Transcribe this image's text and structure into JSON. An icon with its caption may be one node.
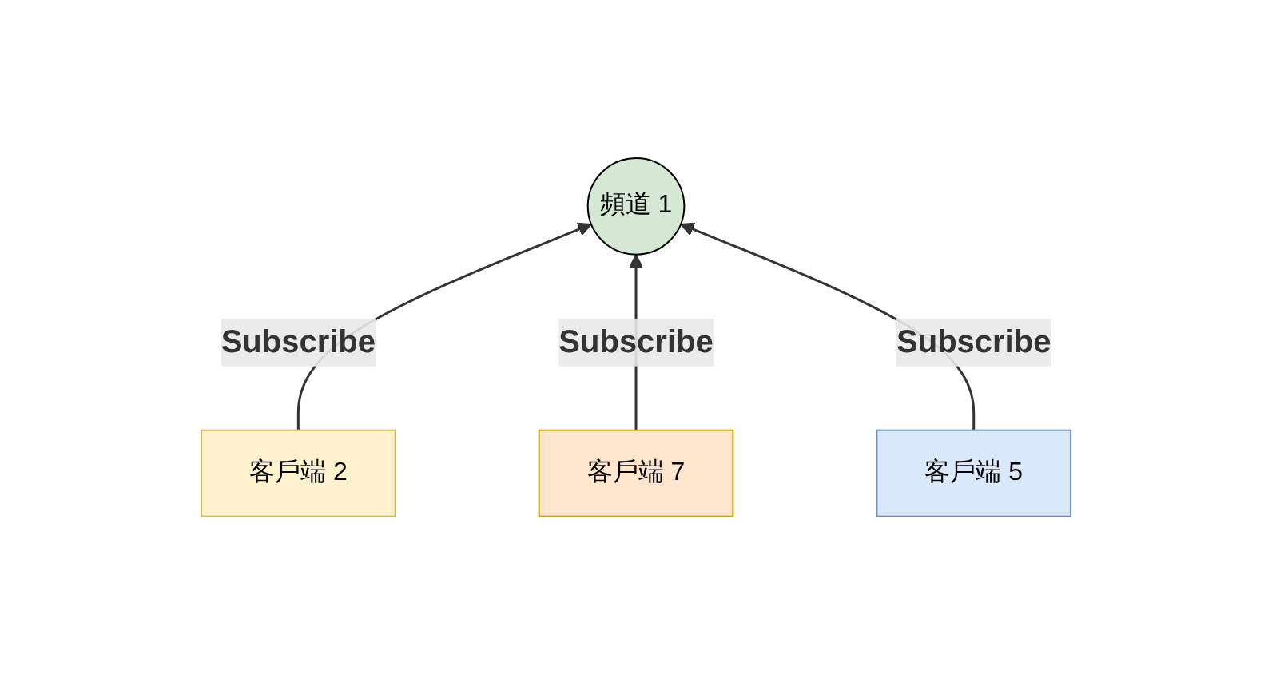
{
  "diagram": {
    "nodes": [
      {
        "text": [
          "頻道 1"
        ]
      },
      {
        "text": [
          "客戶端 2"
        ]
      },
      {
        "text": [
          "客戶端 7"
        ]
      },
      {
        "text": [
          "客戶端 5"
        ]
      }
    ],
    "edges": [
      {
        "from": 1,
        "to": 0,
        "arrow": "to",
        "label": "Subscribe"
      },
      {
        "from": 2,
        "to": 0,
        "arrow": "to",
        "label": "Subscribe"
      },
      {
        "from": 3,
        "to": 0,
        "arrow": "to",
        "label": "Subscribe"
      }
    ]
  }
}
